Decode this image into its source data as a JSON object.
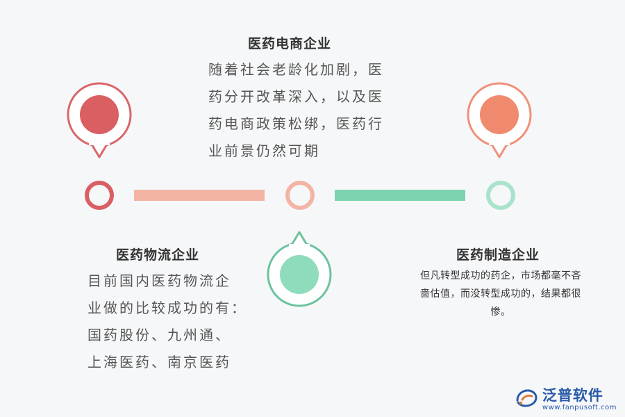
{
  "top_center": {
    "title": "医药电商企业",
    "lines": [
      "随着社会老龄化加剧，医",
      "药分开改革深入，以及医",
      "药电商政策松绑，医药行",
      "业前景仍然可期"
    ]
  },
  "bottom_left": {
    "title": "医药物流企业",
    "lines": [
      "目前国内医药物流企",
      "业做的比较成功的有：",
      "国药股份、九州通、",
      "上海医药、南京医药"
    ]
  },
  "bottom_right": {
    "title": "医药制造企业",
    "lines": [
      "但凡转型成功的药企，市场都毫不吝",
      "啬估值，而没转型成功的，结果都很",
      "惨。"
    ]
  },
  "colors": {
    "red": "#d95f63",
    "salmon": "#f08a6e",
    "peach": "#f3b4a4",
    "green": "#7dd3b0",
    "green_dark": "#6cc39c",
    "mint": "#a9e3cc"
  },
  "logo": {
    "brand": "泛普软件",
    "url": "www.fanpusoft.com"
  }
}
